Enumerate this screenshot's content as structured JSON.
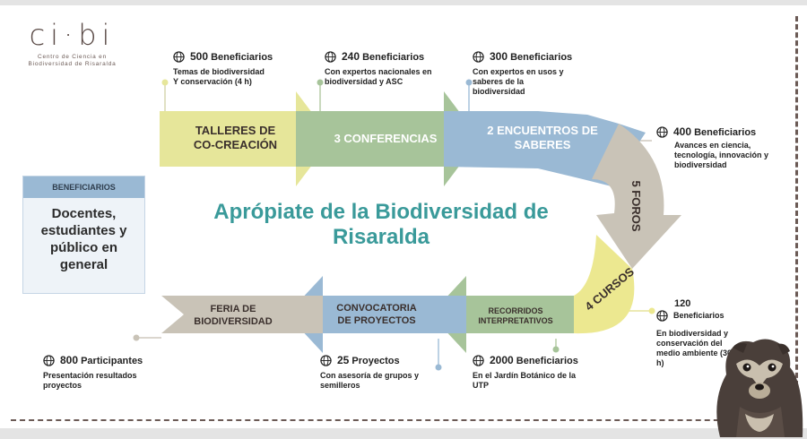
{
  "logo": {
    "word": "ci·bi",
    "subtitle_line1": "Centro de Ciencia en",
    "subtitle_line2": "Biodiversidad de Risaralda"
  },
  "center_title_line1": "Aprópiate de la Biodiversidad de",
  "center_title_line2": "Risaralda",
  "beneficiarios_box": {
    "header": "BENEFICIARIOS",
    "body_lines": [
      "Docentes,",
      "estudiantes y",
      "público en",
      "general"
    ]
  },
  "arrows": [
    {
      "label_lines": [
        "TALLERES DE",
        "CO-CREACIÓN"
      ],
      "color": "#e6e69a",
      "text_color": "#3a2f2c"
    },
    {
      "label_lines": [
        "3 CONFERENCIAS"
      ],
      "color": "#a7c49a"
    },
    {
      "label_lines": [
        "2 ENCUENTROS DE",
        "SABERES"
      ],
      "color": "#9ab9d4"
    },
    {
      "label_lines": [
        "5 FOROS"
      ],
      "color": "#c9c3b7"
    },
    {
      "label_lines": [
        "4 CURSOS"
      ],
      "color": "#ece890"
    },
    {
      "label_lines": [
        "RECORRIDOS",
        "INTERPRETATIVOS"
      ],
      "color": "#a7c49a"
    },
    {
      "label_lines": [
        "CONVOCATORIA",
        "DE PROYECTOS"
      ],
      "color": "#9ab9d4"
    },
    {
      "label_lines": [
        "FERIA DE",
        "BIODIVERSIDAD"
      ],
      "color": "#c9c3b7"
    }
  ],
  "notes": [
    {
      "count": "500",
      "unit": "Beneficiarios",
      "desc_lines": [
        "Temas de biodiversidad",
        "Y conservación (4 h)"
      ]
    },
    {
      "count": "240",
      "unit": "Beneficiarios",
      "desc_lines": [
        "Con expertos nacionales en",
        "biodiversidad y ASC"
      ]
    },
    {
      "count": "300",
      "unit": "Beneficiarios",
      "desc_lines": [
        "Con expertos en usos y",
        "saberes de la",
        "biodiversidad"
      ]
    },
    {
      "count": "400",
      "unit": "Beneficiarios",
      "desc_lines": [
        "Avances en ciencia,",
        "tecnología, innovación y",
        "biodiversidad"
      ]
    },
    {
      "count": "120",
      "unit": "Beneficiarios",
      "desc_lines": [
        "En biodiversidad y",
        "conservación del",
        "medio ambiente (30",
        "h)"
      ]
    },
    {
      "count": "2000",
      "unit": "Beneficiarios",
      "desc_lines": [
        "En el Jardín Botánico de la",
        "UTP"
      ]
    },
    {
      "count": "25",
      "unit": "Proyectos",
      "desc_lines": [
        "Con asesoría de grupos y",
        "semilleros"
      ]
    },
    {
      "count": "800",
      "unit": "Participantes",
      "desc_lines": [
        "Presentación resultados",
        "proyectos"
      ]
    }
  ]
}
